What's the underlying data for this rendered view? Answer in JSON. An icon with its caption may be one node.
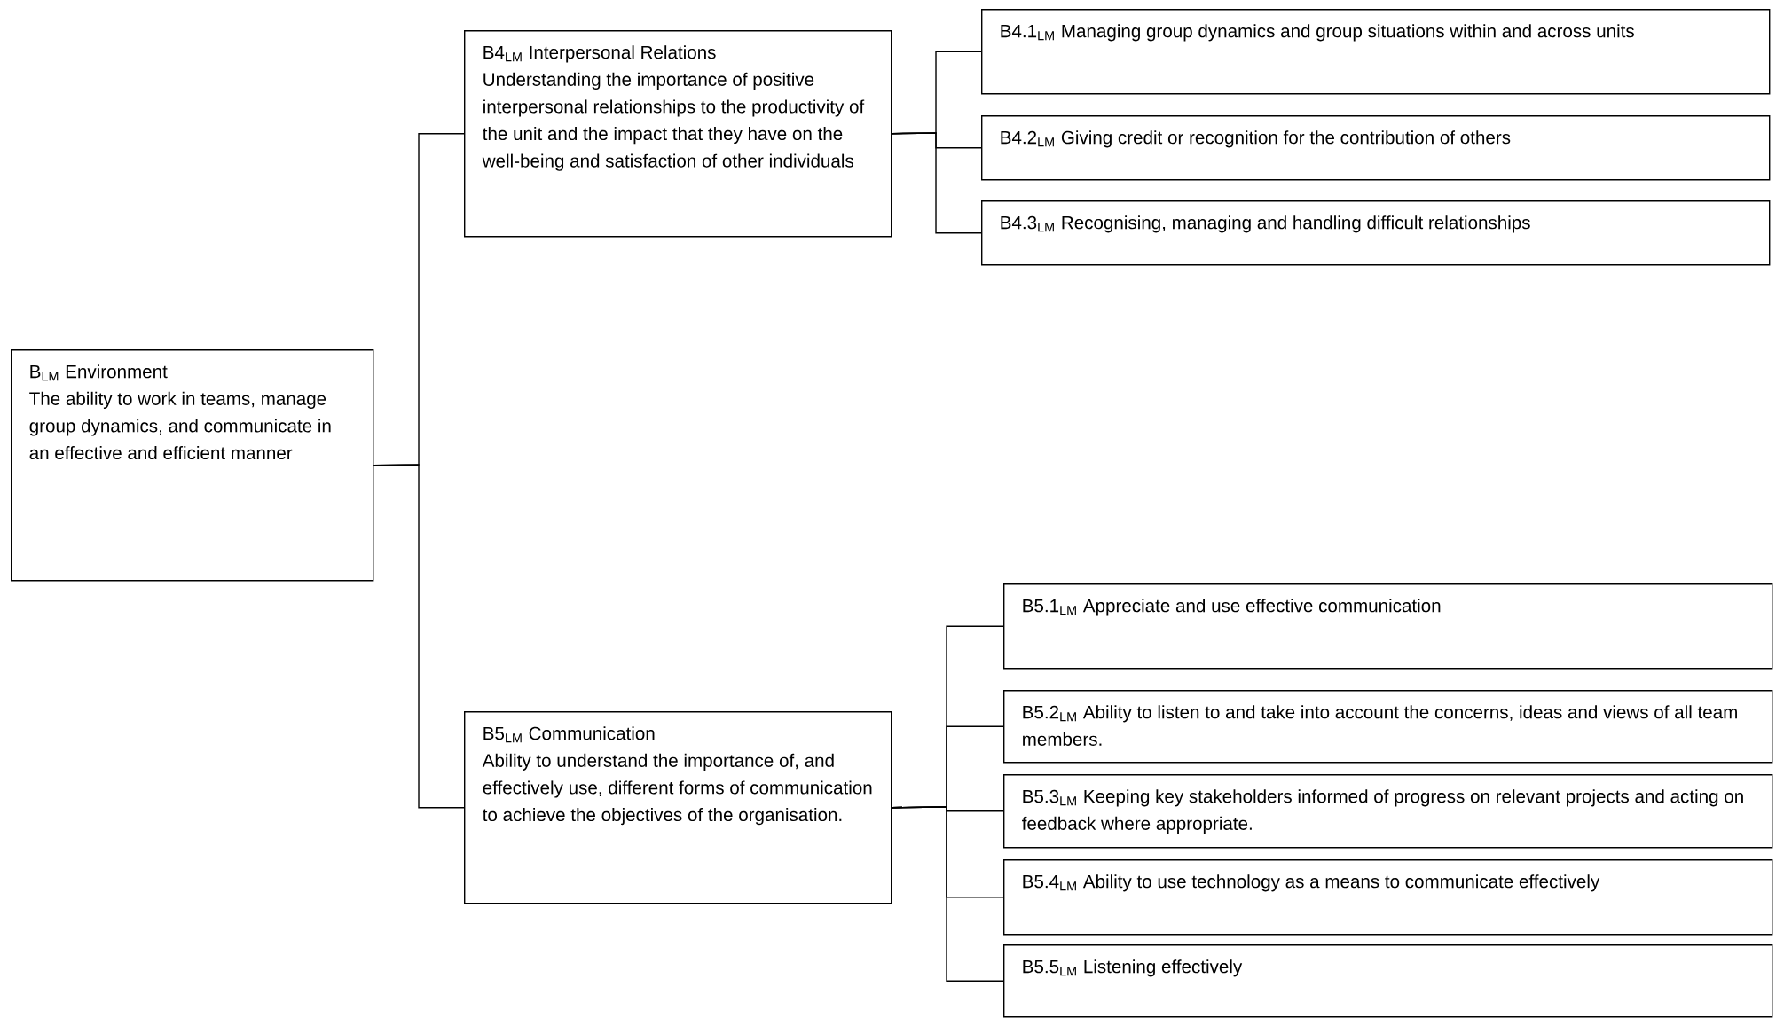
{
  "diagram": {
    "nodes": [
      {
        "text": [
          "B$_{LM}$ Environment",
          "The ability to work in teams, manage group dynamics, and communicate in an effective and efficient manner"
        ]
      },
      {
        "text": [
          "B4$_{LM}$ Interpersonal Relations",
          "Understanding the importance of positive interpersonal relationships to the productivity of the unit and the impact that they have on the well-being and satisfaction of other individuals"
        ]
      },
      {
        "text": [
          "B4.1$_{LM}$ Managing group dynamics and group situations within and across units"
        ]
      },
      {
        "text": [
          "B4.2$_{LM}$ Giving credit or recognition for the contribution of others"
        ]
      },
      {
        "text": [
          "B4.3$_{LM}$ Recognising, managing and handling difficult relationships"
        ]
      },
      {
        "text": [
          "B5$_{LM}$ Communication",
          "Ability to understand the importance of, and effectively use, different forms of communication to achieve the objectives of the organisation."
        ]
      },
      {
        "text": [
          "B5.1$_{LM}$ Appreciate and use effective communication"
        ]
      },
      {
        "text": [
          "B5.2$_{LM}$ Ability to listen to and take into account the concerns, ideas and views of all team members."
        ]
      },
      {
        "text": [
          "B5.3$_{LM}$ Keeping key stakeholders informed of progress on relevant projects and acting on feedback where appropriate."
        ]
      },
      {
        "text": [
          "B5.4$_{LM}$ Ability to use technology as a means to communicate effectively"
        ]
      },
      {
        "text": [
          "B5.5$_{LM}$ Listening effectively"
        ]
      }
    ],
    "edges": [
      {
        "from": 0,
        "to": 1,
        "arrow": "none"
      },
      {
        "from": 0,
        "to": 5,
        "arrow": "none"
      },
      {
        "from": 1,
        "to": 2,
        "arrow": "none"
      },
      {
        "from": 1,
        "to": 3,
        "arrow": "none"
      },
      {
        "from": 1,
        "to": 4,
        "arrow": "none"
      },
      {
        "from": 5,
        "to": 6,
        "arrow": "none"
      },
      {
        "from": 5,
        "to": 7,
        "arrow": "none"
      },
      {
        "from": 5,
        "to": 8,
        "arrow": "none"
      },
      {
        "from": 5,
        "to": 9,
        "arrow": "none"
      },
      {
        "from": 5,
        "to": 10,
        "arrow": "none"
      }
    ]
  }
}
